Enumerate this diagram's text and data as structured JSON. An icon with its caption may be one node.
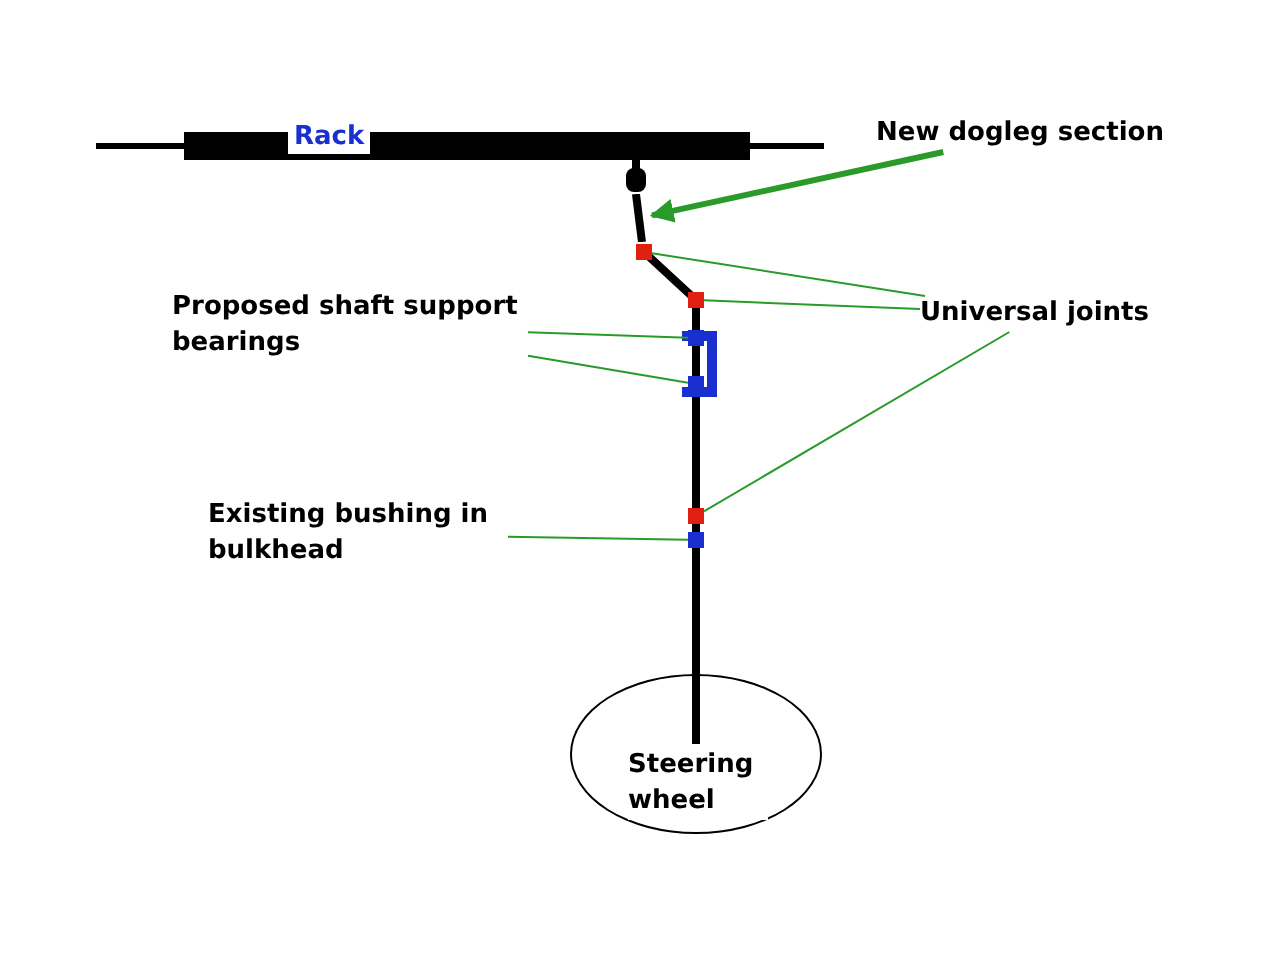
{
  "diagram": {
    "nodes": [
      {
        "text": [
          "Rack"
        ]
      },
      {
        "text": [
          "New dogleg section"
        ]
      },
      {
        "text": [],
        "shape": "bar"
      },
      {
        "text": [
          "Proposed shaft support bearings"
        ]
      },
      {
        "text": [],
        "shape": "box"
      },
      {
        "text": [],
        "shape": "box"
      },
      {
        "text": [
          "Universal joints"
        ]
      },
      {
        "text": [],
        "shape": "box"
      },
      {
        "text": [],
        "shape": "box"
      },
      {
        "text": [],
        "shape": "box"
      },
      {
        "text": [
          "Existing bushing in bulkhead"
        ]
      },
      {
        "text": [],
        "shape": "box"
      },
      {
        "text": [
          "Steering wheel"
        ]
      }
    ],
    "edges": [
      {
        "from": 1,
        "to": 2,
        "arrow": "to",
        "style": "thick"
      },
      {
        "from": 3,
        "to": 4,
        "arrow": "none"
      },
      {
        "from": 3,
        "to": 5,
        "arrow": "none"
      },
      {
        "from": 6,
        "to": 7,
        "arrow": "none"
      },
      {
        "from": 6,
        "to": 8,
        "arrow": "none"
      },
      {
        "from": 6,
        "to": 9,
        "arrow": "none"
      },
      {
        "from": 10,
        "to": 11,
        "arrow": "none"
      }
    ]
  }
}
